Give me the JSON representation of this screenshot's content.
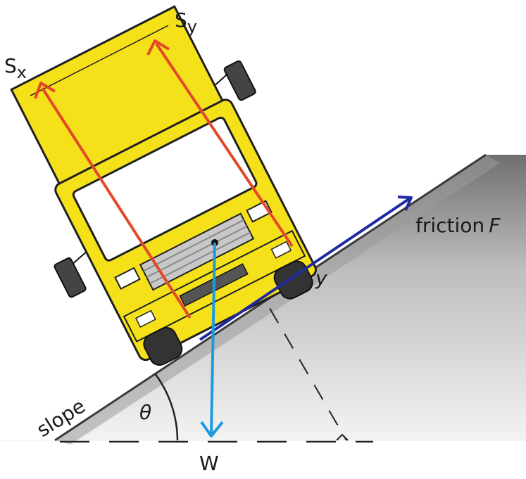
{
  "labels": {
    "sy_main": "S",
    "sy_sub": "y",
    "sx_main": "S",
    "sx_sub": "x",
    "friction_word": "friction",
    "friction_symbol": "F",
    "distance_y": "y",
    "slope": "slope",
    "theta": "θ",
    "weight": "W"
  },
  "colors": {
    "truck_body": "#f5e11a",
    "truck_outline": "#1f1f1f",
    "slope_surface": "#8c8c8c",
    "force_s": "#e2492a",
    "force_friction": "#1f2aa0",
    "force_weight": "#1e9bdc",
    "construction_line": "#222222"
  }
}
